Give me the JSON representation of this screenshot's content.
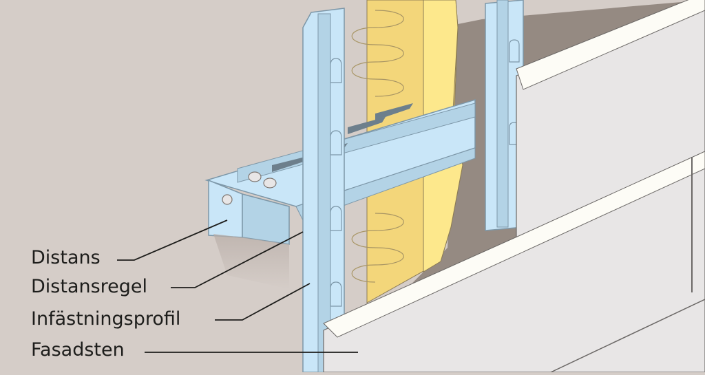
{
  "diagram": {
    "type": "facade-cladding-cross-section",
    "colors": {
      "background_wall": "#d5cdc8",
      "metal_light": "#c9e6f8",
      "metal_mid": "#b3d3e6",
      "metal_stroke": "#7d97a8",
      "insulation_light": "#fde88c",
      "insulation_dark": "#f3d67a",
      "cavity": "#958a82",
      "panel_face": "#e8e6e6",
      "panel_edge": "#fdfcf6",
      "leader_line": "#1d1d1b"
    },
    "labels": [
      {
        "id": "distans",
        "text": "Distans"
      },
      {
        "id": "distansregel",
        "text": "Distansregel"
      },
      {
        "id": "infastningsprofil",
        "text": "Infästningsprofil"
      },
      {
        "id": "fasadsten",
        "text": "Fasadsten"
      }
    ]
  }
}
